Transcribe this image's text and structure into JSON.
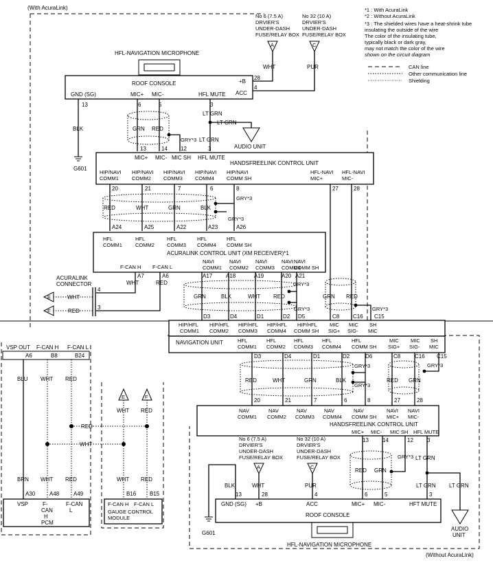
{
  "headers": {
    "with": "(With AcuraLink)",
    "without": "(Without AcuraLink)"
  },
  "notes": {
    "n1": "*1 : With AcuraLink",
    "n2": "*2 : Without AcuraLink",
    "n3": [
      "*3 : The shielded wires have a heat-shrink tube",
      "insulating the outside of the wire",
      "The color of the insulating tube,",
      "typically black or dark gray,",
      "may not match the color of the wire",
      "shown on the circuit diagram"
    ]
  },
  "legend": {
    "can": "CAN line",
    "other": "Other communication line",
    "shield": "Shielding"
  },
  "fuse": {
    "top_a": [
      "No 6 (7.5 A)",
      "DRVIER'S",
      "UNDER-DASH",
      "FUSE/RELAY BOX"
    ],
    "top_c": [
      "No 32 (10 A)",
      "DRVIER'S",
      "UNDER-DASH",
      "FUSE/RELAY BOX"
    ],
    "bot_a": [
      "No 6 (7.5 A)",
      "DRVIER'S",
      "UNDER-DASH",
      "FUSE/RELAY BOX"
    ],
    "bot_c": [
      "No 32 (10 A)",
      "DRVIER'S",
      "UNDER-DASH",
      "FUSE/RELAY BOX"
    ]
  },
  "letters": {
    "a": "A",
    "c": "C",
    "e": "E",
    "f": "F"
  },
  "mic_top": "HFL-NAVIGATION MICROPHONE",
  "mic_bot": "HFL-NAVIGATION MICROPHONE",
  "roof_top": {
    "title": "ROOF CONSOLE",
    "b": "+B",
    "acc": "ACC",
    "gnd": "GND (SG)",
    "micp": "MIC+",
    "micm": "MIC-",
    "mute": "HFL MUTE",
    "p28": "28",
    "p4": "4",
    "p13": "13",
    "p6": "6",
    "p5": "5",
    "p3": "3"
  },
  "wires_top": {
    "wht": "WHT",
    "pur": "PUR",
    "blk": "BLK",
    "grn": "GRN",
    "red": "RED",
    "gry": "GRY*3",
    "ltgrn1": "LT GRN",
    "ltgrn2": "LT GRN",
    "ltgrn3": "LT GRN",
    "audio": "AUDIO UNIT",
    "g601": "G601"
  },
  "hfl_top": {
    "title": "HANDSFREELINK CONTROL UNIT",
    "pins": [
      "13",
      "14",
      "12",
      "3"
    ],
    "pin_labels": [
      "MIC+",
      "MIC-",
      "MIC SH",
      "HFL MUTE"
    ],
    "c1": [
      "HIP/NAVI",
      "COMM1"
    ],
    "c2": [
      "HIP/NAVI",
      "COMM2"
    ],
    "c3": [
      "HIP/NAVI",
      "COMM3"
    ],
    "c4": [
      "HIP/NAVI",
      "COMM4"
    ],
    "csh": [
      "HIP/NAVI",
      "COMM SH"
    ],
    "mp": [
      "HFL-NAVI",
      "MIC+"
    ],
    "mm": [
      "HFL-NAVI",
      "MIC-"
    ],
    "bpins": [
      "20",
      "21",
      "7",
      "6",
      "8",
      "27",
      "28"
    ]
  },
  "wires_mid": {
    "red": "RED",
    "wht": "WHT",
    "grn": "GRN",
    "blk": "BLK",
    "gry1": "GRY*3",
    "gry2": "GRY*3",
    "pins": [
      "A24",
      "A25",
      "A22",
      "A23",
      "A26"
    ]
  },
  "acura": {
    "title": "ACURALINK CONTROL UNIT (XM RECEIVER)*1",
    "c1": [
      "HFL",
      "COMM1"
    ],
    "c2": [
      "HFL",
      "COMM2"
    ],
    "c3": [
      "HFL",
      "COMM3"
    ],
    "c4": [
      "HFL",
      "COMM4"
    ],
    "csh": [
      "HFL",
      "COMM SH"
    ],
    "canh": "F-CAN H",
    "canl": "F-CAN L",
    "n1": [
      "NAVI",
      "COMM1"
    ],
    "n2": [
      "NAVI",
      "COMM2"
    ],
    "n3": [
      "NAVI",
      "COMM3"
    ],
    "n4": [
      "NAVI",
      "COMM4"
    ],
    "nsh": [
      "NAVI",
      "COMM SH"
    ],
    "a7": "A7",
    "a6": "A6",
    "a17": "A17",
    "a18": "A18",
    "a19": "A19",
    "a20": "A20",
    "a21": "A21",
    "wht": "WHT",
    "red": "RED"
  },
  "connector": {
    "name": [
      "ACURALINK",
      "CONNECTOR"
    ],
    "p4": "4",
    "p3": "3",
    "wht": "WHT",
    "red": "RED"
  },
  "wires_acu": {
    "grn": "GRN",
    "blk": "BLK",
    "wht": "WHT",
    "red": "RED",
    "gry1": "GRY*3",
    "gry2": "GRY*3",
    "grn2": "GRN",
    "red2": "RED",
    "gry3": "GRY*3",
    "pins": [
      "D3",
      "D4",
      "D1",
      "D2",
      "D5",
      "C8",
      "C16",
      "C15"
    ]
  },
  "nav_strip": {
    "l1": [
      "HIP/HFL",
      "COMM1"
    ],
    "l2": [
      "HIP/HFL",
      "COMM2"
    ],
    "l3": [
      "HIP/HFL",
      "COMM3"
    ],
    "l4": [
      "HIP/HFL",
      "COMM4"
    ],
    "l5": [
      "HIP/HFL",
      "COMM SH"
    ],
    "l6": [
      "MIC",
      "SIG+"
    ],
    "l7": [
      "MIC",
      "SIG-"
    ],
    "l8": [
      "SH",
      "MIC"
    ]
  },
  "nav_unit": {
    "title": "NAVIGATION UNIT",
    "c1": [
      "HFL",
      "COMM1"
    ],
    "c2": [
      "HFL",
      "COMM2"
    ],
    "c3": [
      "HFL",
      "COMM3"
    ],
    "c4": [
      "HFL",
      "COMM4"
    ],
    "csh": [
      "HFL",
      "COMM SH"
    ],
    "ms": [
      "MIC",
      "SIG+"
    ],
    "mm": [
      "MIC",
      "SIG-"
    ],
    "sh": [
      "SH",
      "MIC"
    ],
    "pins": [
      "D3",
      "D4",
      "D1",
      "D2",
      "D6",
      "C8",
      "C16",
      "C15"
    ]
  },
  "wires_low": {
    "red": "RED",
    "wht": "WHT",
    "grn": "GRN",
    "blk": "BLK",
    "gry1": "GRY*3",
    "gry2": "GRY*3",
    "gry3": "GRY*3",
    "red2": "RED",
    "grn2": "GRN",
    "pins": [
      "20",
      "21",
      "7",
      "6",
      "8",
      "27",
      "28"
    ]
  },
  "hfl_bot": {
    "title": "HANDSFREELINK CONTROL UNIT",
    "c1": [
      "NAV",
      "COMM1"
    ],
    "c2": [
      "NAV",
      "COMM2"
    ],
    "c3": [
      "NAV",
      "COMM3"
    ],
    "c4": [
      "NAV",
      "COMM4"
    ],
    "csh": [
      "NAV",
      "COMM SH"
    ],
    "mp": [
      "NAVI",
      "MIC+"
    ],
    "mm": [
      "NAVI",
      "MIC-"
    ],
    "bl": [
      "MIC+",
      "MIC-",
      "MIC SH",
      "HFL MUTE"
    ],
    "bp": [
      "13",
      "14",
      "12",
      "3"
    ]
  },
  "wires_bot": {
    "blk": "BLK",
    "wht": "WHT",
    "pur": "PUR",
    "red": "RED",
    "grn": "GRN",
    "gry": "GRY*3",
    "ltgrn1": "LT GRN",
    "ltgrn2": "LT GRN",
    "ltgrn3": "LT GRN",
    "audio": [
      "AUDIO",
      "UNIT"
    ],
    "g601": "G601"
  },
  "roof_bot": {
    "title": "ROOF CONSOLE",
    "gnd": "GND (SG)",
    "b": "+B",
    "acc": "ACC",
    "micp": "MIC+",
    "micm": "MIC-",
    "mute": "HFT MUTE",
    "pins": [
      "13",
      "28",
      "4",
      "6",
      "5",
      "3"
    ]
  },
  "left": {
    "vsp": "VSP OUT",
    "canh": "F-CAN H",
    "canl": "F-CAN L",
    "a6": "A6",
    "b8": "B8",
    "b24": "B24",
    "blu": "BLU",
    "wht": "WHT",
    "red": "RED",
    "red_mid": "RED",
    "wht_mid": "WHT",
    "brn": "BRN",
    "wht2": "WHT",
    "red2": "RED",
    "a30": "A30",
    "a48": "A48",
    "a49": "A49",
    "pcm": {
      "vsp": "VSP",
      "h": [
        "F-",
        "CAN",
        "H"
      ],
      "l": [
        "F-CAN",
        "L"
      ],
      "name": "PCM"
    },
    "gauge": {
      "wht": "WHT",
      "red": "RED",
      "wht2": "WHT",
      "red2": "RED",
      "b16": "B16",
      "b15": "B15",
      "h": "F-CAN H",
      "l": "F-CAN L",
      "name": [
        "GAUGE CONTROL",
        "MODULE"
      ]
    }
  }
}
